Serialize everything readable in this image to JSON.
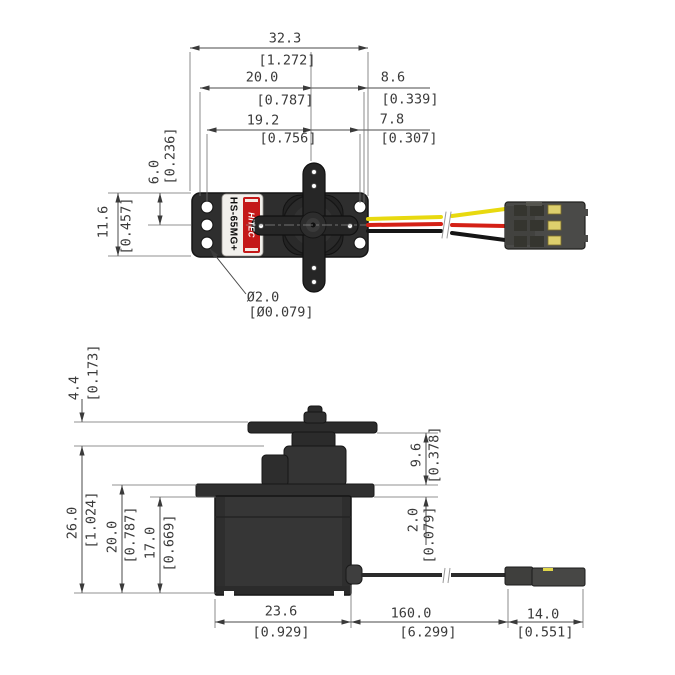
{
  "drawing_title": "servo-dimension-drawing",
  "top_view": {
    "horizontal_dims": [
      {
        "mm": "32.3",
        "in": "[1.272]"
      },
      {
        "mm": "20.0",
        "in": "[0.787]"
      },
      {
        "mm": "8.6",
        "in": "[0.339]"
      },
      {
        "mm": "19.2",
        "in": "[0.756]"
      },
      {
        "mm": "7.8",
        "in": "[0.307]"
      }
    ],
    "vertical_dims": [
      {
        "mm": "11.6",
        "in": "[0.457]"
      },
      {
        "mm": "6.0",
        "in": "[0.236]"
      }
    ],
    "hole_dim": {
      "mm": "Ø2.0",
      "in": "[Ø0.079]"
    },
    "label": {
      "model": "HS-65MG+",
      "brand": "HiTEC"
    }
  },
  "side_view": {
    "left_dims": [
      {
        "mm": "4.4",
        "in": "[0.173]"
      },
      {
        "mm": "26.0",
        "in": "[1.024]"
      },
      {
        "mm": "20.0",
        "in": "[0.787]"
      },
      {
        "mm": "17.0",
        "in": "[0.669]"
      }
    ],
    "right_dims": [
      {
        "mm": "9.6",
        "in": "[0.378]"
      },
      {
        "mm": "2.0",
        "in": "[0.079]"
      }
    ],
    "bottom_dims": [
      {
        "mm": "23.6",
        "in": "[0.929]"
      },
      {
        "mm": "160.0",
        "in": "[6.299]"
      },
      {
        "mm": "14.0",
        "in": "[0.551]"
      }
    ]
  },
  "colors": {
    "body_dark": "#2e2e2e",
    "label_red": "#c41818",
    "wire_yellow": "#e8d90f",
    "wire_red": "#d42015",
    "wire_black": "#151515",
    "connector_gray": "#4a4a48",
    "contact_gold": "#ddcf6d",
    "dim_line": "#4a4a4a"
  }
}
